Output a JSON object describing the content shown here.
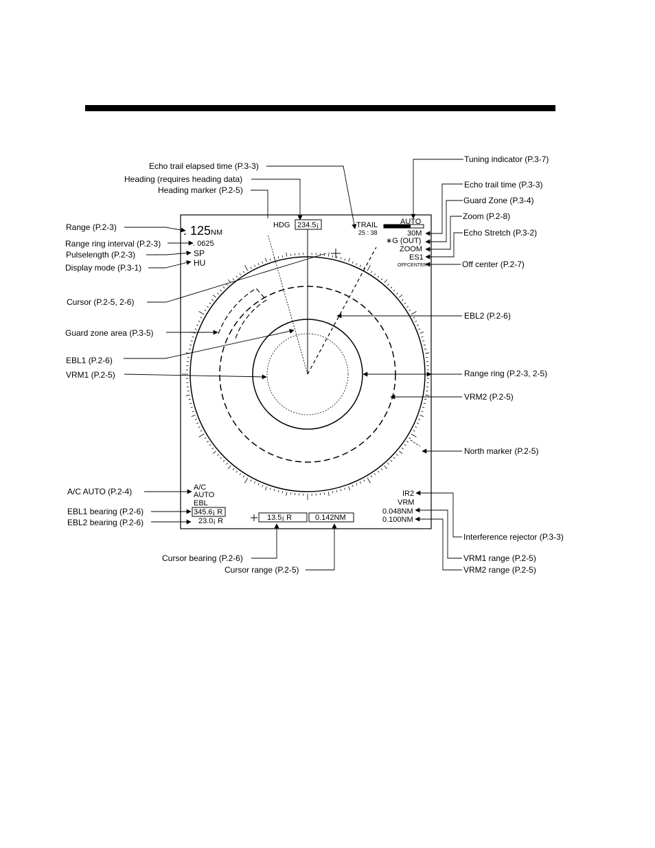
{
  "callouts_left": {
    "echo_trail_elapsed": "Echo trail elapsed time (P.3-3)",
    "heading": "Heading (requires heading data)",
    "heading_marker": "Heading marker (P.2-5)",
    "range": "Range (P.2-3)",
    "range_ring_interval": "Range ring interval (P.2-3)",
    "pulselength": "Pulselength (P.2-3)",
    "display_mode": "Display mode (P.3-1)",
    "cursor": "Cursor (P.2-5, 2-6)",
    "guard_zone_area": "Guard zone area (P.3-5)",
    "ebl1": "EBL1 (P.2-6)",
    "vrm1": "VRM1 (P.2-5)",
    "ac_auto": "A/C AUTO (P.2-4)",
    "ebl1_bearing": "EBL1 bearing (P.2-6)",
    "ebl2_bearing": "EBL2 bearing (P.2-6)",
    "cursor_bearing": "Cursor bearing (P.2-6)",
    "cursor_range": "Cursor range (P.2-5)"
  },
  "callouts_right": {
    "tuning_indicator": "Tuning indicator (P.3-7)",
    "echo_trail_time": "Echo trail time  (P.3-3)",
    "guard_zone": "Guard Zone (P.3-4)",
    "zoom": "Zoom (P.2-8)",
    "echo_stretch": "Echo Stretch (P.3-2)",
    "off_center": "Off center (P.2-7)",
    "ebl2": "EBL2 (P.2-6)",
    "range_ring": "Range ring (P.2-3, 2-5)",
    "vrm2": "VRM2 (P.2-5)",
    "north_marker": "North marker (P.2-5)",
    "interference_rejector": "Interference rejector (P.3-3)",
    "vrm1_range": "VRM1 range (P.2-5)",
    "vrm2_range": "VRM2 range (P.2-5)"
  },
  "screen": {
    "range_value": ". 125",
    "range_unit": "NM",
    "ring_interval": ". 0625",
    "pulselength": "SP",
    "display_mode": "HU",
    "hdg_label": "HDG",
    "hdg_value": "234.5¡",
    "trail_label": "TRAIL",
    "trail_time": "25 : 38",
    "auto": "AUTO",
    "trail_length": "30M",
    "guard_zone": "∗G (OUT)",
    "zoom": "ZOOM",
    "echo_stretch": "ES1",
    "off_center": "OFFCENTER",
    "ac": "A/C",
    "ac_auto": "AUTO",
    "ebl_label": "EBL",
    "ebl1_bearing": "345.6¡ R",
    "ebl2_bearing": "23.0¡ R",
    "cursor_bearing": "13.5¡ R",
    "cursor_range": "0.142NM",
    "ir": "IR2",
    "vrm_label": "VRM",
    "vrm1_range": "0.048NM",
    "vrm2_range": "0.100NM"
  },
  "colors": {
    "ink": "#000000",
    "background": "#ffffff"
  }
}
